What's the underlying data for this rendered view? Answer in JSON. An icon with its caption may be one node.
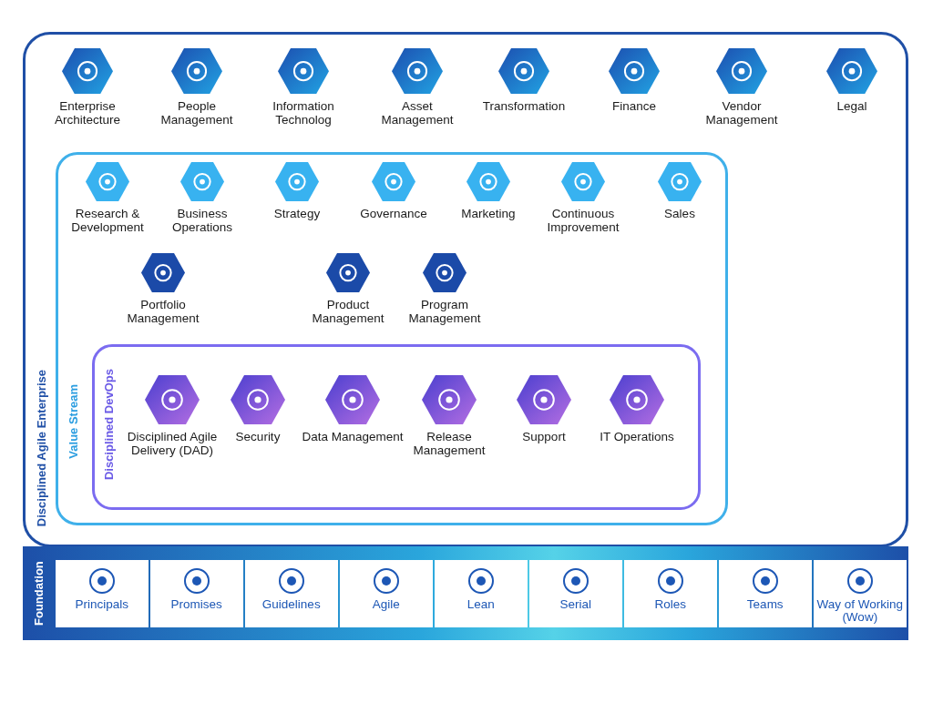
{
  "diagram": {
    "nodes": [
      {
        "text": [
          "Disciplined Agile Enterprise"
        ]
      },
      {
        "text": [
          "Enterprise Architecture"
        ],
        "in": 0
      },
      {
        "text": [
          "People Management"
        ],
        "in": 0
      },
      {
        "text": [
          "Information Technolog"
        ],
        "in": 0
      },
      {
        "text": [
          "Asset Management"
        ],
        "in": 0
      },
      {
        "text": [
          "Transformation"
        ],
        "in": 0
      },
      {
        "text": [
          "Finance"
        ],
        "in": 0
      },
      {
        "text": [
          "Vendor Management"
        ],
        "in": 0
      },
      {
        "text": [
          "Legal"
        ],
        "in": 0
      },
      {
        "text": [
          "Value Stream"
        ],
        "in": 0
      },
      {
        "text": [
          "Research & Development"
        ],
        "in": 9
      },
      {
        "text": [
          "Business Operations"
        ],
        "in": 9
      },
      {
        "text": [
          "Strategy"
        ],
        "in": 9
      },
      {
        "text": [
          "Governance"
        ],
        "in": 9
      },
      {
        "text": [
          "Marketing"
        ],
        "in": 9
      },
      {
        "text": [
          "Continuous Improvement"
        ],
        "in": 9
      },
      {
        "text": [
          "Sales"
        ],
        "in": 9
      },
      {
        "text": [
          "Portfolio Management"
        ],
        "in": 9
      },
      {
        "text": [
          "Product Management"
        ],
        "in": 9
      },
      {
        "text": [
          "Program Management"
        ],
        "in": 9
      },
      {
        "text": [
          "Disciplined DevOps"
        ],
        "in": 9
      },
      {
        "text": [
          "Disciplined Agile Delivery (DAD)"
        ],
        "in": 20
      },
      {
        "text": [
          "Security"
        ],
        "in": 20
      },
      {
        "text": [
          "Data Management"
        ],
        "in": 20
      },
      {
        "text": [
          "Release Management"
        ],
        "in": 20
      },
      {
        "text": [
          "Support"
        ],
        "in": 20
      },
      {
        "text": [
          "IT Operations"
        ],
        "in": 20
      },
      {
        "text": [
          "Foundation"
        ]
      },
      {
        "text": [
          "Principals"
        ],
        "in": 27
      },
      {
        "text": [
          "Promises"
        ],
        "in": 27
      },
      {
        "text": [
          "Guidelines"
        ],
        "in": 27
      },
      {
        "text": [
          "Agile"
        ],
        "in": 27
      },
      {
        "text": [
          "Lean"
        ],
        "in": 27
      },
      {
        "text": [
          "Serial"
        ],
        "in": 27
      },
      {
        "text": [
          "Roles"
        ],
        "in": 27
      },
      {
        "text": [
          "Teams"
        ],
        "in": 27
      },
      {
        "text": [
          "Way of Working (Wow)"
        ],
        "in": 27
      }
    ]
  }
}
